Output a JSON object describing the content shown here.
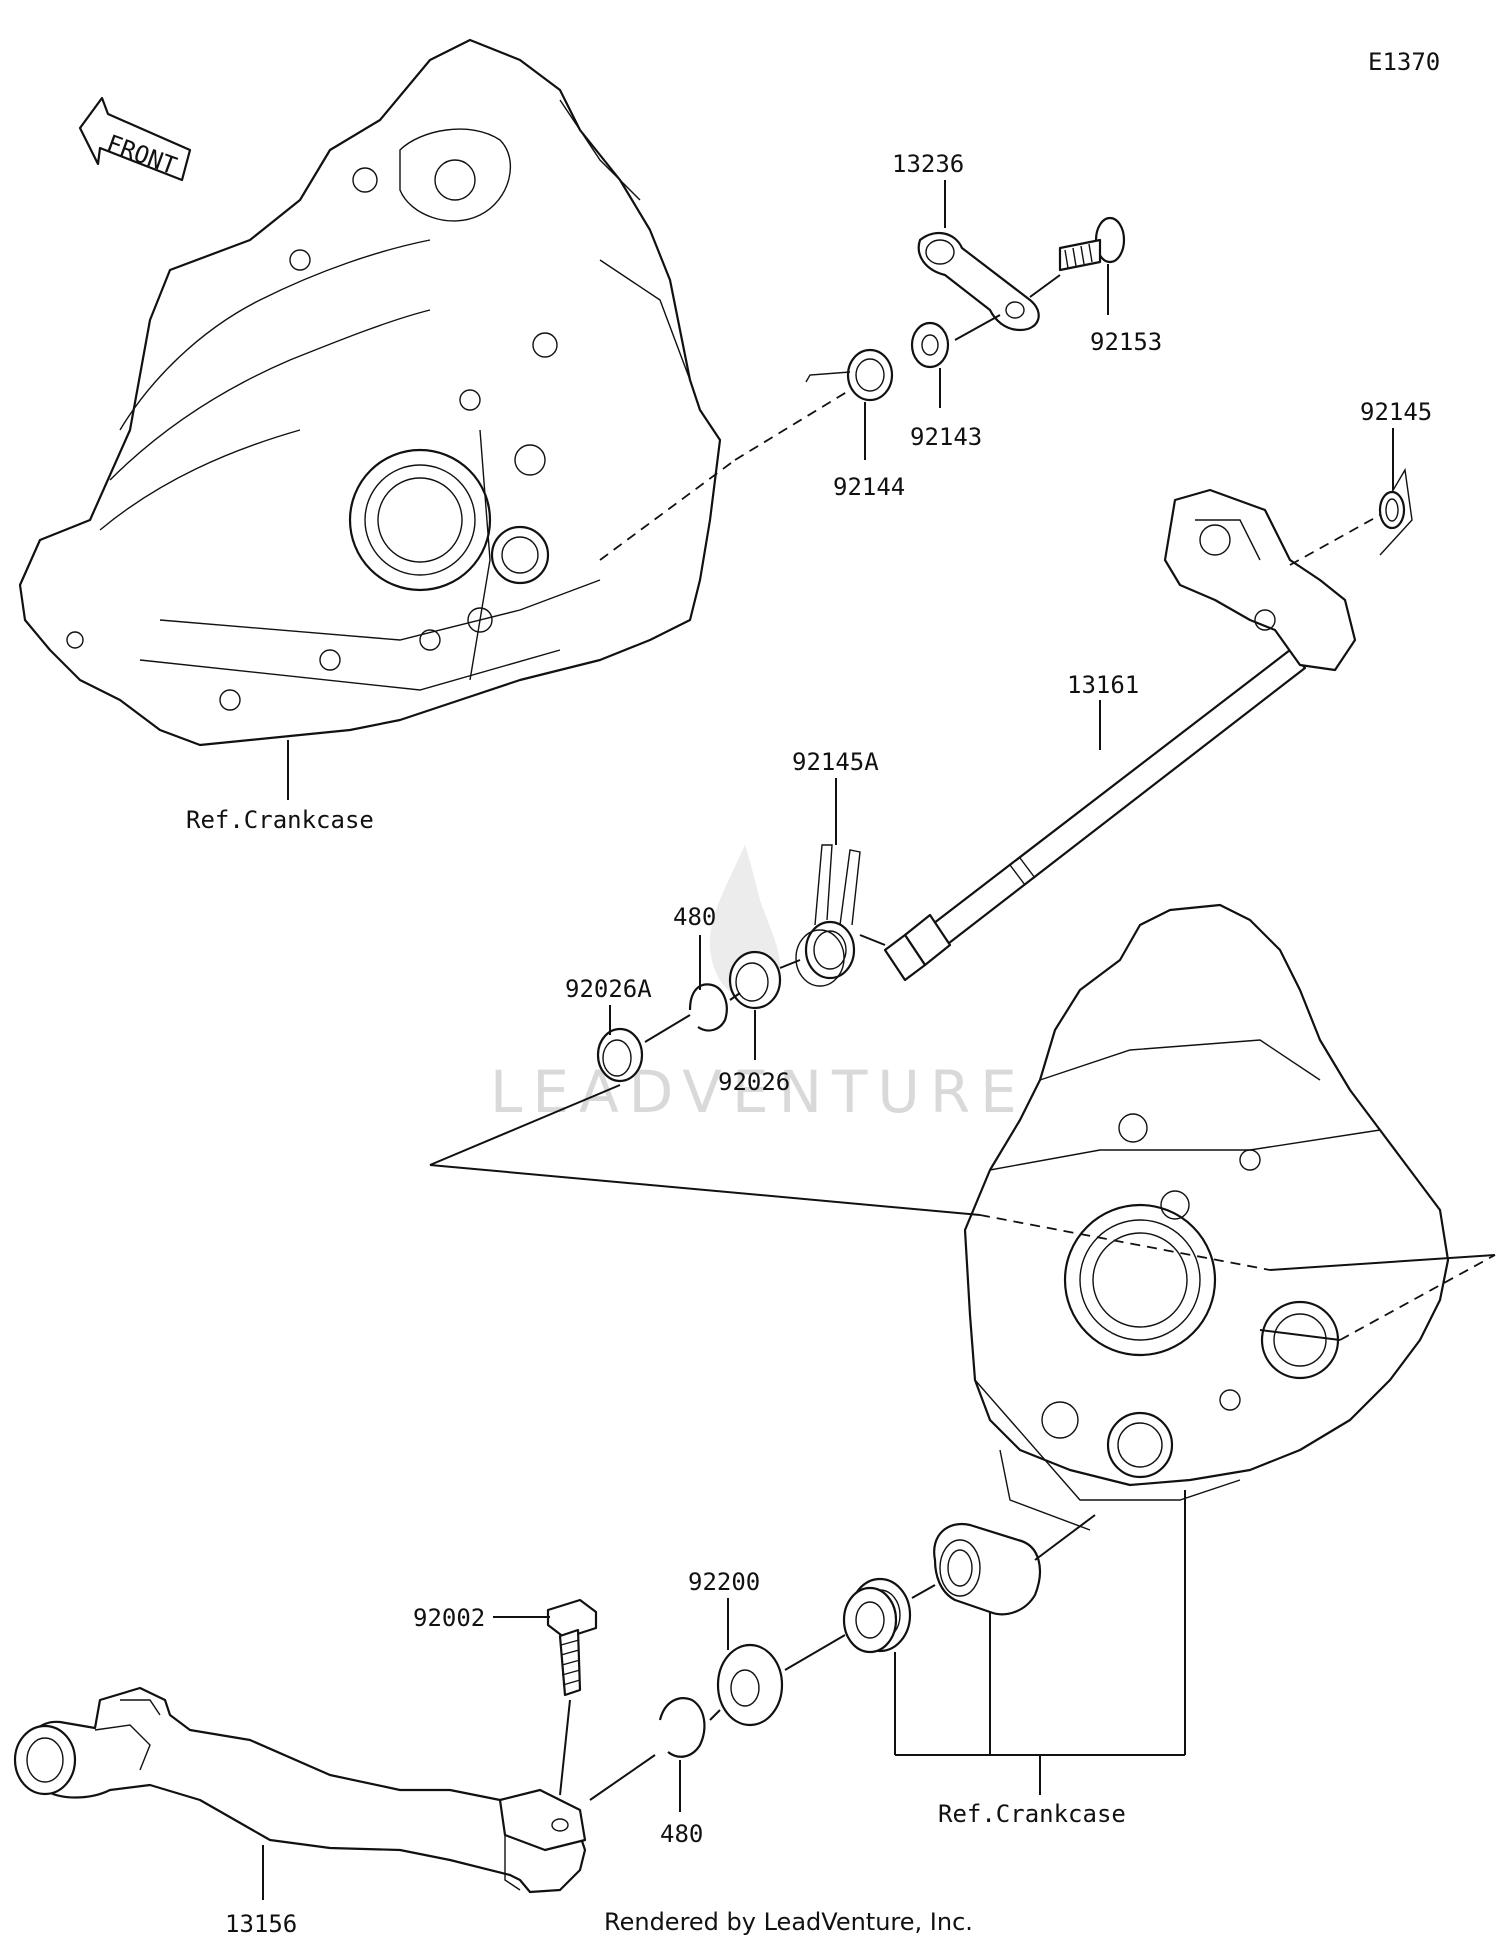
{
  "diagram": {
    "code": "E1370",
    "front_arrow": "FRONT",
    "watermark": "LEADVENTURE",
    "footer": "Rendered by LeadVenture, Inc.",
    "parts": {
      "p13236": "13236",
      "p92153": "92153",
      "p92143": "92143",
      "p92144": "92144",
      "p92145": "92145",
      "p13161": "13161",
      "p92145A": "92145A",
      "p480_upper": "480",
      "p92026A": "92026A",
      "p92026": "92026",
      "p92200": "92200",
      "p92002": "92002",
      "p480_lower": "480",
      "p13156": "13156"
    },
    "refs": {
      "crankcase_upper": "Ref.Crankcase",
      "crankcase_lower": "Ref.Crankcase"
    }
  }
}
